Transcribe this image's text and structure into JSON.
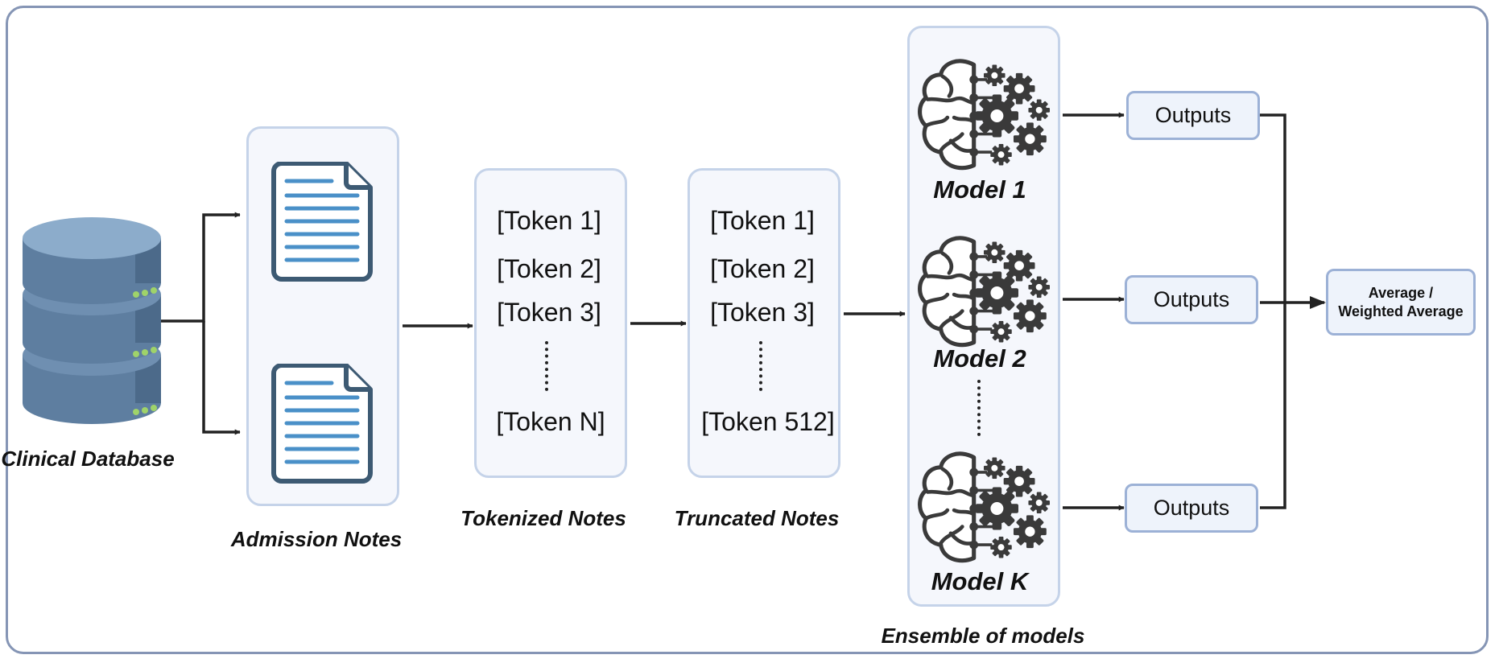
{
  "database": {
    "label": "Clinical Database",
    "icon": "database-icon"
  },
  "admission": {
    "label": "Admission Notes",
    "icon": "document-icon"
  },
  "tokenized": {
    "label": "Tokenized Notes",
    "tokens": [
      "[Token 1]",
      "[Token 2]",
      "[Token 3]",
      "[Token N]"
    ]
  },
  "truncated": {
    "label": "Truncated Notes",
    "tokens": [
      "[Token 1]",
      "[Token 2]",
      "[Token 3]",
      "[Token 512]"
    ]
  },
  "ensemble": {
    "label": "Ensemble of models",
    "models": [
      "Model 1",
      "Model 2",
      "Model K"
    ],
    "icon": "brain-gears-icon"
  },
  "outputs": [
    "Outputs",
    "Outputs",
    "Outputs"
  ],
  "final": {
    "line1": "Average /",
    "line2": "Weighted Average"
  },
  "colors": {
    "frame": "#8595b5",
    "panel_border": "#c5d3e9",
    "panel_fill": "#f5f7fc",
    "output_border": "#9cb1d6",
    "document_outline": "#3d5a73",
    "document_lines": "#4a90c8",
    "database_body": "#5e7ea0",
    "database_top": "#8caccb",
    "database_led": "#9fd36a",
    "brain_icon": "#3a3a3a",
    "arrow": "#222222"
  }
}
